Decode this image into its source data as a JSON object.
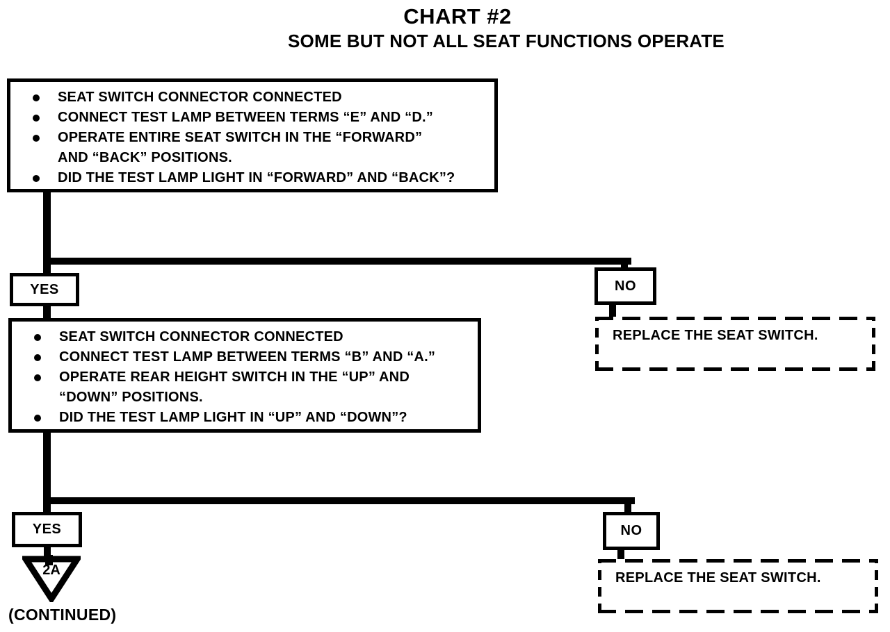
{
  "page": {
    "title": "CHART #2",
    "subtitle": "SOME BUT NOT ALL SEAT FUNCTIONS OPERATE"
  },
  "colors": {
    "ink": "#000000",
    "paper": "#ffffff"
  },
  "step1": {
    "items": [
      "SEAT SWITCH CONNECTOR CONNECTED",
      "CONNECT TEST LAMP BETWEEN TERMS “E” AND “D.”",
      "OPERATE ENTIRE SEAT SWITCH IN THE “FORWARD”\nAND “BACK” POSITIONS.",
      "DID THE TEST LAMP LIGHT IN “FORWARD” AND “BACK”?"
    ],
    "yes_label": "YES",
    "no_label": "NO",
    "no_action": "REPLACE THE SEAT SWITCH."
  },
  "step2": {
    "items": [
      "SEAT SWITCH CONNECTOR CONNECTED",
      "CONNECT TEST LAMP BETWEEN TERMS “B” AND “A.”",
      "OPERATE REAR HEIGHT SWITCH IN THE “UP” AND\n“DOWN” POSITIONS.",
      "DID THE TEST LAMP LIGHT IN “UP” AND “DOWN”?"
    ],
    "yes_label": "YES",
    "no_label": "NO",
    "no_action": "REPLACE THE SEAT SWITCH."
  },
  "continuation": {
    "connector_label": "2A",
    "caption": "(CONTINUED)"
  }
}
